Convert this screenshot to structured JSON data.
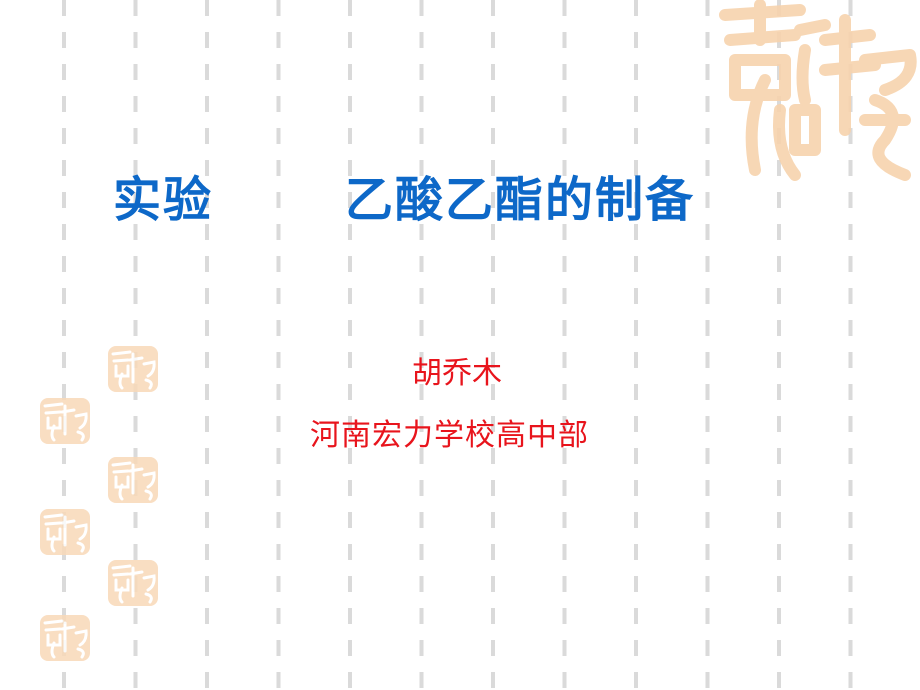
{
  "slide": {
    "title_part1": "实验",
    "title_part2": "乙酸乙酯的制备",
    "author": "胡乔木",
    "school": "河南宏力学校高中部"
  },
  "colors": {
    "title": "#0d68c8",
    "subtitle": "#e8141c",
    "seal": "#f9d9b8",
    "grid": "#d4d4d4"
  },
  "decorations": {
    "seal_icon": "auspicious-seal-icon",
    "stamp_count": 6
  }
}
